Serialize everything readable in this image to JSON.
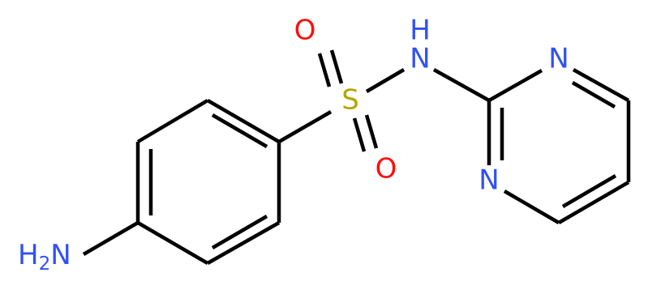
{
  "atoms": {
    "sulfur": "S",
    "oxygen_top": "O",
    "oxygen_bottom": "O",
    "amide_nitrogen": "N",
    "amide_hydrogen": "H",
    "ring_nitrogen_top": "N",
    "ring_nitrogen_bottom": "N",
    "amine_hydrogen": "H",
    "amine_hydrogen_count": "2",
    "amine_nitrogen": "N"
  },
  "colors": {
    "bond": "#000000",
    "sulfur": "#b5a500",
    "oxygen": "#ff0d0d",
    "nitrogen": "#3050f8"
  }
}
